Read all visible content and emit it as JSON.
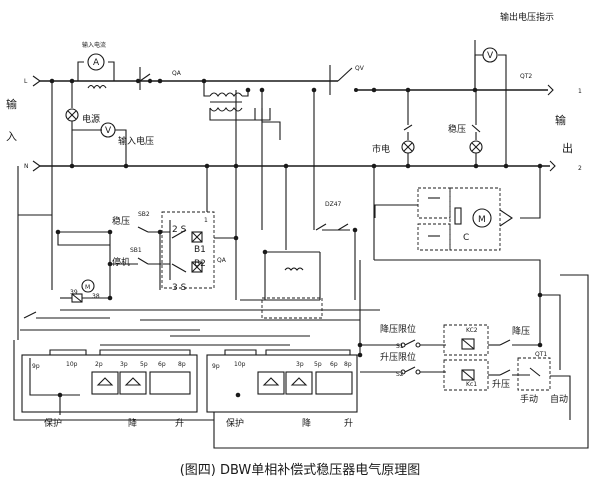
{
  "caption": "(图四) DBW单相补偿式稳压器电气原理图",
  "labels": {
    "output_voltage_indicator": "输出电压指示",
    "input_current": "输入电流",
    "input": "输入",
    "power_supply": "电源",
    "input_voltage": "输入电压",
    "output": "输出",
    "mains": "市电",
    "stabilized": "稳压",
    "stabilize_button": "稳压",
    "stop_button": "停机",
    "down_limit": "降压限位",
    "up_limit": "升压限位",
    "step_down": "降压",
    "step_up": "升压",
    "manual": "手动",
    "auto": "自动",
    "protect_1": "保护",
    "descend_1": "降",
    "ascend_1": "升",
    "protect_2": "保护",
    "descend_2": "降",
    "ascend_2": "升"
  },
  "symbols": {
    "ammeter": "A",
    "voltmeter_in": "V",
    "voltmeter_out": "V",
    "motor_small": "M",
    "motor_big": "M",
    "capacitor": "C"
  },
  "tags": {
    "L": "L",
    "N": "N",
    "one": "1",
    "two": "2",
    "QA": "QA",
    "QA2": "QA",
    "QV": "QV",
    "QT2": "QT2",
    "SB2": "SB2",
    "SB1": "SB1",
    "B1": "B1",
    "B2": "B2",
    "S1": "2 S",
    "S2": "3 S",
    "term1": "1",
    "DZ47": "DZ47",
    "n39": "39",
    "n38": "38",
    "KC2": "KC2",
    "KC1": "Kc1",
    "S1lim": "S1",
    "S2lim": "S2",
    "QT1": "QT1",
    "p9": "9p",
    "p10": "10p",
    "p2": "2p",
    "p3": "3p",
    "p5": "5p",
    "p6": "6p",
    "p8": "8p",
    "q9": "9p",
    "q10": "10p",
    "q3": "3p",
    "q5": "5p",
    "q6": "6p",
    "q8": "8p"
  }
}
